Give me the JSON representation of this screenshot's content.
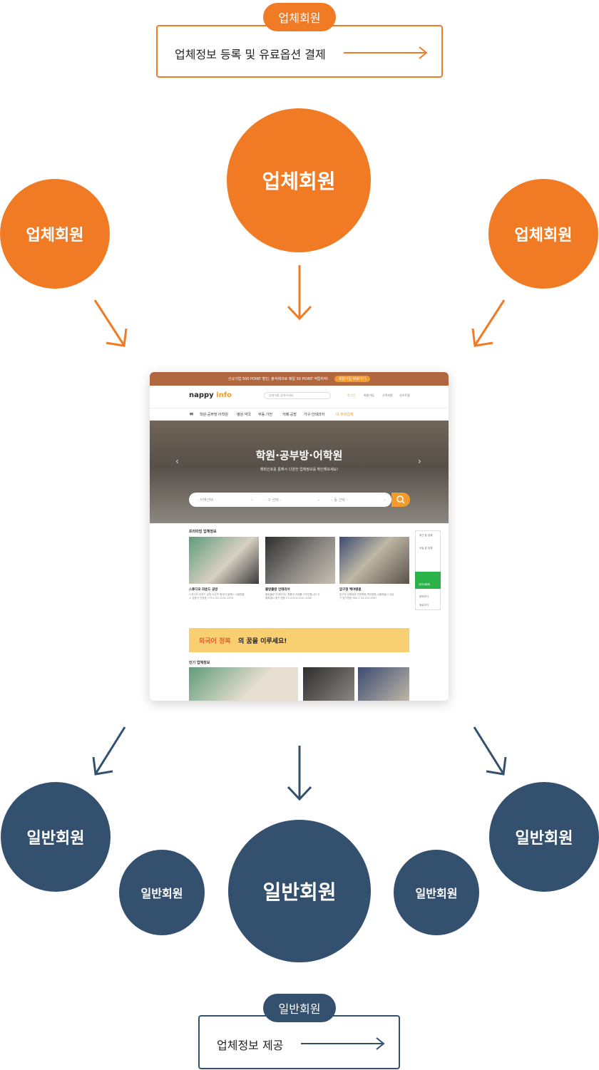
{
  "top_box": {
    "badge": "업체회원",
    "text": "업체정보 등록 및 유료옵션 결제"
  },
  "top_circles": {
    "left": "업체회원",
    "center": "업체회원",
    "right": "업체회원"
  },
  "mockup": {
    "top_banner": "신규기업 500 POINT 할인, 출석체크로 매일 50 POINT 적립하자!",
    "top_banner_button": "회원가입 바로가기",
    "logo_main": "nappy",
    "logo_accent": "info",
    "search_placeholder": "업체이름 검색하세요",
    "util_links": [
      "로그인",
      "회원가입",
      "고객지원",
      "사이트맵"
    ],
    "nav_items": [
      "학원·공부방·어학원",
      "병원·약국",
      "부동·가전",
      "카페·공방",
      "가구·인테리어",
      "내 주위업체"
    ],
    "hero_title": "학원·공부방·어학원",
    "hero_subtitle": "해피인포를 통해서 다양한 업체정보를 확인해보세요!",
    "select_region": "- 지역선택 -",
    "select_gu": "- 구 선택 -",
    "select_dong": "- 동 선택 -",
    "premium_title": "프리미엄 업체정보",
    "cards": [
      {
        "title": "스튜디오 라운드 공방",
        "desc": "스튜디오 라운드 공방 소규모 원데이 클래스 서울특별시 강동구 천호동 179-1 02-1234-1234"
      },
      {
        "title": "블랑블랑 인테리어",
        "desc": "블랑블랑 인테리어는 원룸과 카페를 디자인합니다 서울특별시 중구 명동 23-4 010-2541-5000"
      },
      {
        "title": "압구정 백야병원",
        "desc": "압구정 성형외과 전문병원 백야병원 서울특별시 강남구 압구정동 389-1 02-222-4567"
      }
    ],
    "side_items": [
      "최근 본 업체",
      "오늘 본 업체",
      "네이버톡톡",
      "문의하기",
      "위로가기"
    ],
    "banner_accent": "외국어 정복",
    "banner_text": "의 꿈을 이루세요!",
    "popular_title": "인기 업체정보"
  },
  "bottom_circles": {
    "far_left": "일반회원",
    "near_left": "일반회원",
    "center": "일반회원",
    "near_right": "일반회원",
    "far_right": "일반회원"
  },
  "bottom_box": {
    "badge": "일반회원",
    "text": "업체정보 제공"
  },
  "colors": {
    "orange": "#f07b24",
    "navy": "#34506f"
  }
}
